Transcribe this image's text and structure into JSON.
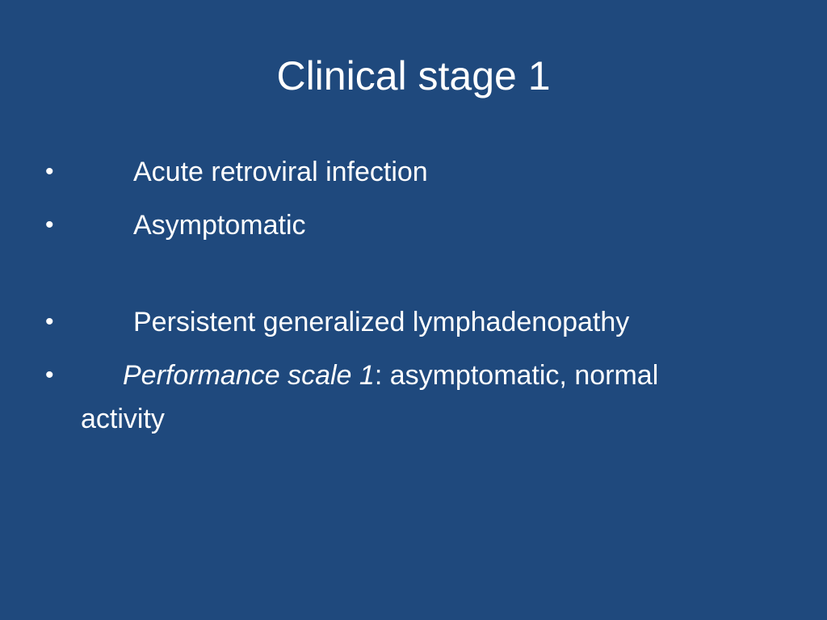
{
  "slide": {
    "title": "Clinical stage 1",
    "bullet_symbol": "•",
    "items": [
      {
        "text": "Acute retroviral infection"
      },
      {
        "text": "Asymptomatic"
      },
      {
        "text": "Persistent generalized lymphadenopathy"
      },
      {
        "italic_text": "Performance scale 1",
        "rest_text": ": asymptomatic, normal",
        "continuation": "activity"
      }
    ]
  },
  "colors": {
    "background": "#1f497d",
    "text": "#ffffff"
  }
}
